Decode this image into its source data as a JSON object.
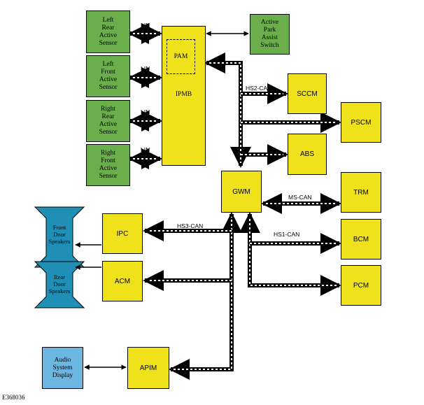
{
  "modules": {
    "left_rear_sensor": "Left\nRear\nActive\nSensor",
    "left_front_sensor": "Left\nFront\nActive\nSensor",
    "right_rear_sensor": "Right\nRear\nActive\nSensor",
    "right_front_sensor": "Right\nFront\nActive\nSensor",
    "ipmb": "IPMB",
    "pam": "PAM",
    "park_assist_switch": "Active\nPark\nAssist\nSwitch",
    "sccm": "SCCM",
    "pscm": "PSCM",
    "abs": "ABS",
    "gwm": "GWM",
    "trm": "TRM",
    "bcm": "BCM",
    "pcm": "PCM",
    "ipc": "IPC",
    "acm": "ACM",
    "apim": "APIM",
    "audio_display": "Audio\nSystem\nDisplay",
    "front_speakers": "Front\nDoor\nSpeakers",
    "rear_speakers": "Rear\nDoor\nSpeakers"
  },
  "bus_labels": {
    "lin1": "LIN",
    "lin2": "LIN",
    "lin3": "LIN",
    "lin4": "LIN",
    "hs2": "HS2-CAN",
    "ms": "MS-CAN",
    "hs1": "HS1-CAN",
    "hs3": "HS3-CAN"
  },
  "figure_id": "E368036",
  "colors": {
    "sensor_green": "#6aaf4b",
    "module_yellow": "#f0e21a",
    "display_blue": "#6cb6e2",
    "speaker_blue": "#1f8fb5"
  }
}
